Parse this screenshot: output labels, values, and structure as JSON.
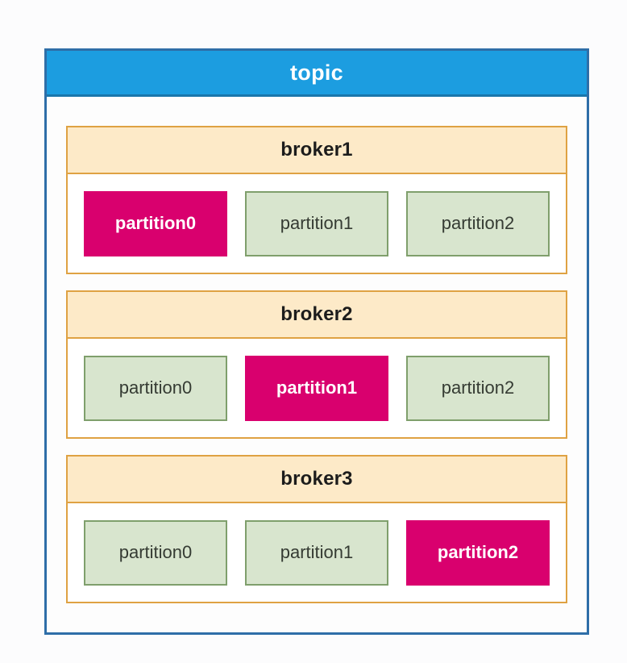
{
  "diagram": {
    "title": "topic",
    "type": "kafka-topic-partition-replication",
    "colors": {
      "topic_header_bg": "#1c9de0",
      "topic_header_border": "#1a76ab",
      "topic_container_border": "#2e6ea8",
      "broker_header_bg": "#fdeac8",
      "broker_border": "#dfa243",
      "leader_bg": "#d9006e",
      "leader_text": "#ffffff",
      "follower_bg": "#d8e5ce",
      "follower_border": "#7f9f6c",
      "follower_text": "#353b33",
      "page_bg": "#fcfcfd"
    },
    "brokers": [
      {
        "name": "broker1",
        "partitions": [
          {
            "label": "partition0",
            "role": "leader"
          },
          {
            "label": "partition1",
            "role": "follower"
          },
          {
            "label": "partition2",
            "role": "follower"
          }
        ]
      },
      {
        "name": "broker2",
        "partitions": [
          {
            "label": "partition0",
            "role": "follower"
          },
          {
            "label": "partition1",
            "role": "leader"
          },
          {
            "label": "partition2",
            "role": "follower"
          }
        ]
      },
      {
        "name": "broker3",
        "partitions": [
          {
            "label": "partition0",
            "role": "follower"
          },
          {
            "label": "partition1",
            "role": "follower"
          },
          {
            "label": "partition2",
            "role": "leader"
          }
        ]
      }
    ]
  }
}
